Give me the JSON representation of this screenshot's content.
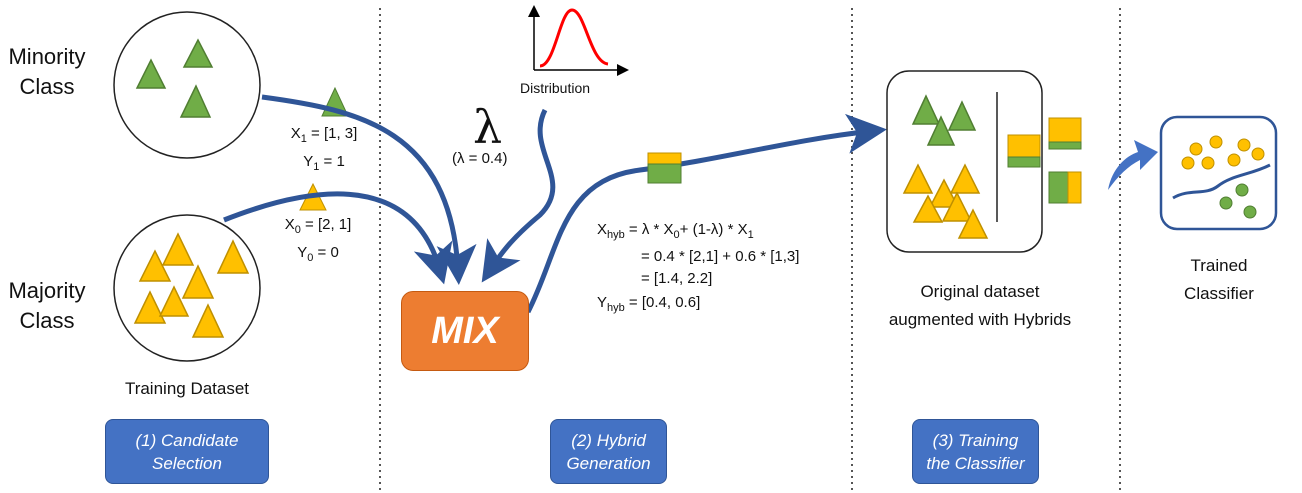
{
  "classes": {
    "minority": "Minority\nClass",
    "majority": "Majority\nClass"
  },
  "training_dataset": "Training Dataset",
  "candidate_minority": {
    "x": "X",
    "x_sub": "1",
    "x_val": " = [1, 3]",
    "y": "Y",
    "y_sub": "1",
    "y_val": " = 1"
  },
  "candidate_majority": {
    "x": "X",
    "x_sub": "0",
    "x_val": " = [2, 1]",
    "y": "Y",
    "y_sub": "0",
    "y_val": " = 0"
  },
  "distribution_label": "Distribution",
  "lambda_symbol": "λ",
  "lambda_value": "(λ = 0.4)",
  "mix_label": "MIX",
  "formula": {
    "x_hyb": "X",
    "hyb_sub": "hyb",
    "eq1_a": " = λ * X",
    "sub0": "0",
    "eq1_b": "+ (1-λ) * X",
    "sub1": "1",
    "line2": "= 0.4 * [2,1] + 0.6 * [1,3]",
    "line3": "= [1.4, 2.2]",
    "y_hyb": "Y",
    "y_hyb_sub": "hyb",
    "y_val": " = [0.4, 0.6]"
  },
  "augmented_label": "Original dataset\naugmented with Hybrids",
  "trained_label": "Trained\nClassifier",
  "stages": {
    "s1": "(1) Candidate\nSelection",
    "s2": "(2) Hybrid\nGeneration",
    "s3": "(3) Training\nthe Classifier"
  },
  "colors": {
    "minority": "#70ad47",
    "majority": "#ffc000",
    "arrow": "#2f5597",
    "mix": "#ed7d31",
    "stage": "#4472c4",
    "distribution_curve": "#ff0000"
  }
}
